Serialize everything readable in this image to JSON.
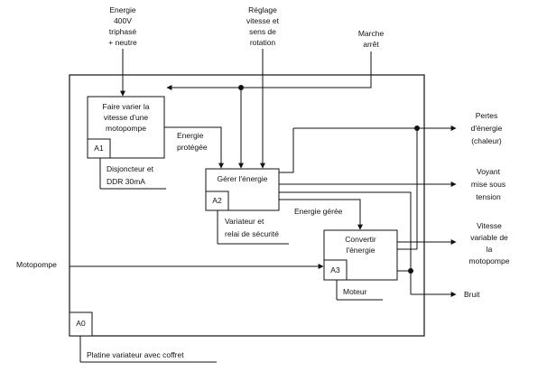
{
  "diagram": {
    "inputs": {
      "energy": [
        "Energie",
        "400V",
        "triphasé",
        "+ neutre"
      ],
      "speed": [
        "Réglage",
        "vitesse et",
        "sens de",
        "rotation"
      ],
      "start_stop": [
        "Marche",
        "arrêt"
      ],
      "pump": [
        "Motopompe"
      ]
    },
    "outputs": {
      "losses": [
        "Pertes",
        "d'énergie",
        "(chaleur)"
      ],
      "indicator": [
        "Voyant",
        "mise sous",
        "tension"
      ],
      "variable_speed": [
        "Vitesse",
        "variable de",
        "la",
        "motopompe"
      ],
      "noise": [
        "Bruit"
      ]
    },
    "flows": {
      "protected_energy": [
        "Energie",
        "protégée"
      ],
      "managed_energy": [
        "Energie gérée"
      ]
    },
    "boxes": {
      "a1": {
        "label": [
          "Faire varier la",
          "vitesse d'une",
          "motopompe"
        ],
        "tag": "A1",
        "mechanism": [
          "Disjoncteur et",
          "DDR 30mA"
        ]
      },
      "a2": {
        "label": [
          "Gérer l'énergie"
        ],
        "tag": "A2",
        "mechanism": [
          "Variateur et",
          "relai de sécurité"
        ]
      },
      "a3": {
        "label": [
          "Convertir",
          "l'énergie"
        ],
        "tag": "A3",
        "mechanism": [
          "Moteur"
        ]
      }
    },
    "frame": {
      "tag": "A0",
      "mechanism": [
        "Platine variateur avec coffret"
      ]
    },
    "colors": {
      "line": "#111111",
      "background": "#ffffff"
    }
  }
}
